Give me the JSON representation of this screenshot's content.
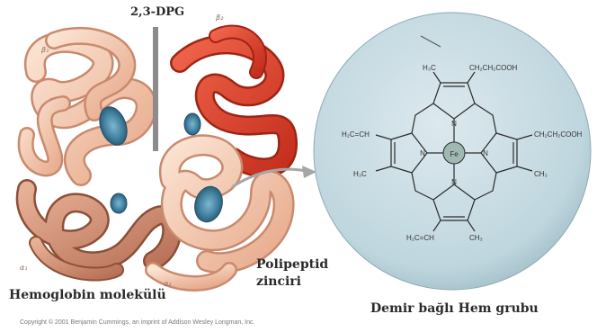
{
  "labels": {
    "dpg": "2,3-DPG",
    "polypeptide_line1": "Polipeptid",
    "polypeptide_line2": "zinciri",
    "hemoglobin": "Hemoglobin molekülü",
    "heme_caption": "Demir bağlı Hem grubu",
    "copyright": "Copyright © 2001 Benjamin Cummings, an imprint of Addison Wesley Longman, Inc."
  },
  "subunits": {
    "beta1": "β₁",
    "beta2": "β₂",
    "alpha1": "α₁",
    "alpha2": "α₂"
  },
  "heme": {
    "center": "Fe",
    "n_top": "N",
    "n_left": "N",
    "n_right": "N",
    "n_bottom": "N",
    "top_left_group": "H₃C",
    "top_right_group": "CH₂CH₂COOH",
    "left_upper_group": "H₂C=CH",
    "left_lower_group": "H₃C",
    "right_upper_group": "CH₂CH₂COOH",
    "right_lower_group": "CH₃",
    "bottom_left_group": "H₂C=CH",
    "bottom_right_group": "CH₃"
  },
  "colors": {
    "beta_strand": "#f2c4a6",
    "beta_strand_red": "#e0452e",
    "alpha_strand": "#d89a7a",
    "heme_disc": "#4c8fb0",
    "heme_circle": "#c9dde3"
  }
}
